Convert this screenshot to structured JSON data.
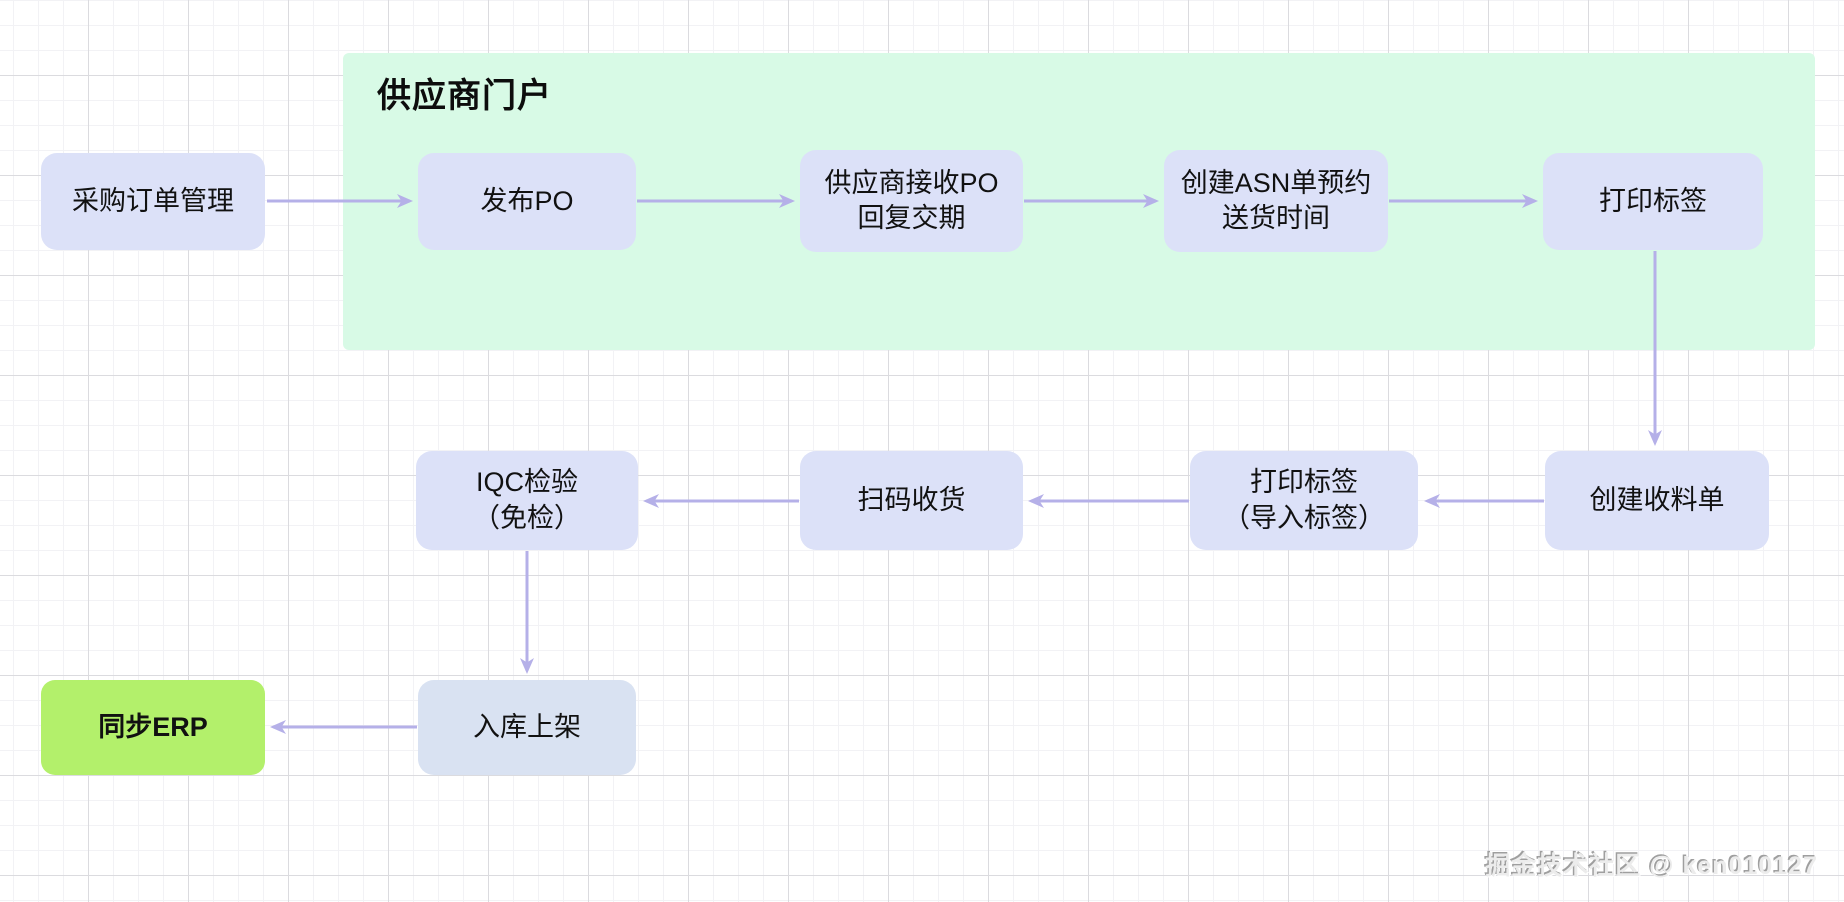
{
  "container": {
    "label": "供应商门户"
  },
  "nodes": {
    "po_management": {
      "label": "采购订单管理"
    },
    "publish_po": {
      "label": "发布PO"
    },
    "receive_po": {
      "label": "供应商接收PO\n回复交期"
    },
    "create_asn": {
      "label": "创建ASN单预约\n送货时间"
    },
    "print_label": {
      "label": "打印标签"
    },
    "create_receipt": {
      "label": "创建收料单"
    },
    "print_label_import": {
      "label": "打印标签\n（导入标签）"
    },
    "scan_receive": {
      "label": "扫码收货"
    },
    "iqc_inspection": {
      "label": "IQC检验\n（免检）"
    },
    "putaway": {
      "label": "入库上架"
    },
    "sync_erp": {
      "label": "同步ERP"
    }
  },
  "edges": [
    {
      "from": "po_management",
      "to": "publish_po",
      "direction": "right"
    },
    {
      "from": "publish_po",
      "to": "receive_po",
      "direction": "right"
    },
    {
      "from": "receive_po",
      "to": "create_asn",
      "direction": "right"
    },
    {
      "from": "create_asn",
      "to": "print_label",
      "direction": "right"
    },
    {
      "from": "print_label",
      "to": "create_receipt",
      "direction": "down"
    },
    {
      "from": "create_receipt",
      "to": "print_label_import",
      "direction": "left"
    },
    {
      "from": "print_label_import",
      "to": "scan_receive",
      "direction": "left"
    },
    {
      "from": "scan_receive",
      "to": "iqc_inspection",
      "direction": "left"
    },
    {
      "from": "iqc_inspection",
      "to": "putaway",
      "direction": "down"
    },
    {
      "from": "putaway",
      "to": "sync_erp",
      "direction": "left"
    }
  ],
  "colors": {
    "node_fill": "#dce1f8",
    "putaway_fill": "#d9e2f2",
    "portal_fill": "#d8fae6",
    "erp_fill": "#b3f06b",
    "arrow": "#b5b0e8",
    "text": "#111111"
  },
  "watermark": {
    "text": "掘金技术社区 @ ken010127"
  }
}
